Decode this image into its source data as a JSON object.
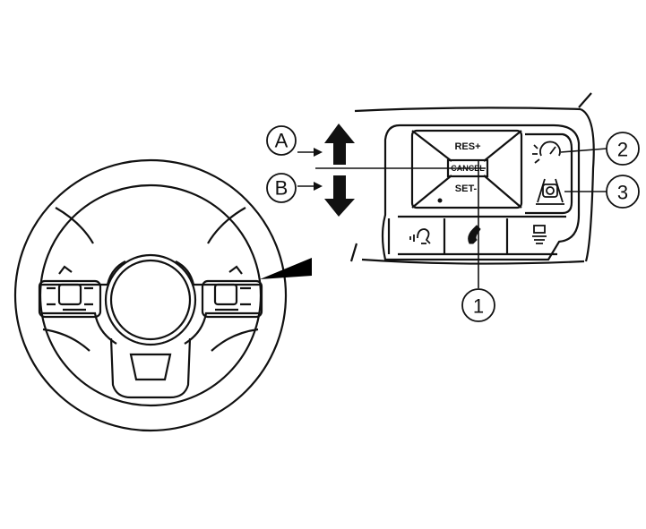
{
  "switch_labels": {
    "res_plus": "RES+",
    "cancel": "CANCEL",
    "set_minus": "SET-"
  },
  "arrow_callouts": {
    "a": "A",
    "b": "B"
  },
  "numbered_callouts": {
    "one": "1",
    "two": "2",
    "three": "3"
  },
  "icons": [
    "cruise-control-icon",
    "intelligent-cruise-control-icon",
    "voice-recognition-icon",
    "phone-icon",
    "display-toggle-icon"
  ],
  "colors": {
    "line": "#111111",
    "fill": "#ffffff",
    "pointer": "#000000"
  }
}
